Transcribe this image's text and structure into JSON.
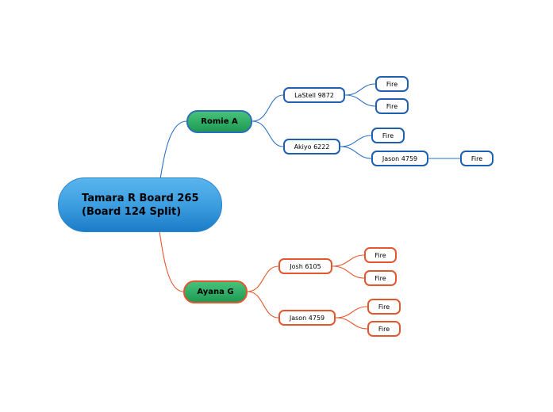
{
  "root": {
    "label": "Tamara R Board 265 (Board 124 Split)"
  },
  "branches": [
    {
      "label": "Romie A",
      "color": "#2a6fb8",
      "children": [
        {
          "label": "LaStell 9872",
          "children": [
            "Fire",
            "Fire"
          ]
        },
        {
          "label": "Akiyo 6222",
          "children": [
            "Fire"
          ]
        },
        {
          "label": "Jason 4759",
          "children": [
            "Fire"
          ]
        }
      ]
    },
    {
      "label": "Ayana G",
      "color": "#e4572e",
      "children": [
        {
          "label": "Josh 6105",
          "children": [
            "Fire",
            "Fire"
          ]
        },
        {
          "label": "Jason 4759",
          "children": [
            "Fire",
            "Fire"
          ]
        }
      ]
    }
  ]
}
